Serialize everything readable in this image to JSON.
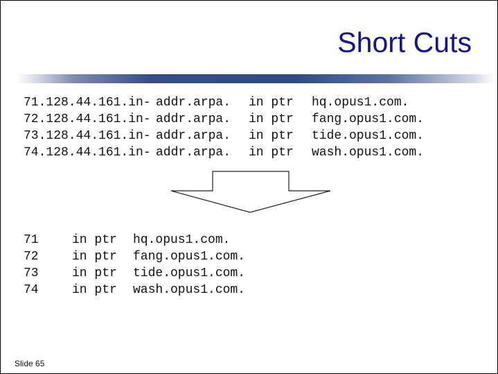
{
  "slide": {
    "title": "Short Cuts",
    "footer": "Slide 65"
  },
  "before_records": [
    {
      "name_part_1": "71.128.44.161.in-",
      "name_part_2": "addr.arpa.",
      "type": "in ptr",
      "target": "hq.opus1.com."
    },
    {
      "name_part_1": "72.128.44.161.in-",
      "name_part_2": "addr.arpa.",
      "type": "in ptr",
      "target": "fang.opus1.com."
    },
    {
      "name_part_1": "73.128.44.161.in-",
      "name_part_2": "addr.arpa.",
      "type": "in ptr",
      "target": "tide.opus1.com."
    },
    {
      "name_part_1": "74.128.44.161.in-",
      "name_part_2": "addr.arpa.",
      "type": "in ptr",
      "target": "wash.opus1.com."
    }
  ],
  "after_records": [
    {
      "name": "71",
      "type": "in ptr",
      "target": "hq.opus1.com."
    },
    {
      "name": "72",
      "type": "in ptr",
      "target": "fang.opus1.com."
    },
    {
      "name": "73",
      "type": "in ptr",
      "target": "tide.opus1.com."
    },
    {
      "name": "74",
      "type": "in ptr",
      "target": "wash.opus1.com."
    }
  ]
}
